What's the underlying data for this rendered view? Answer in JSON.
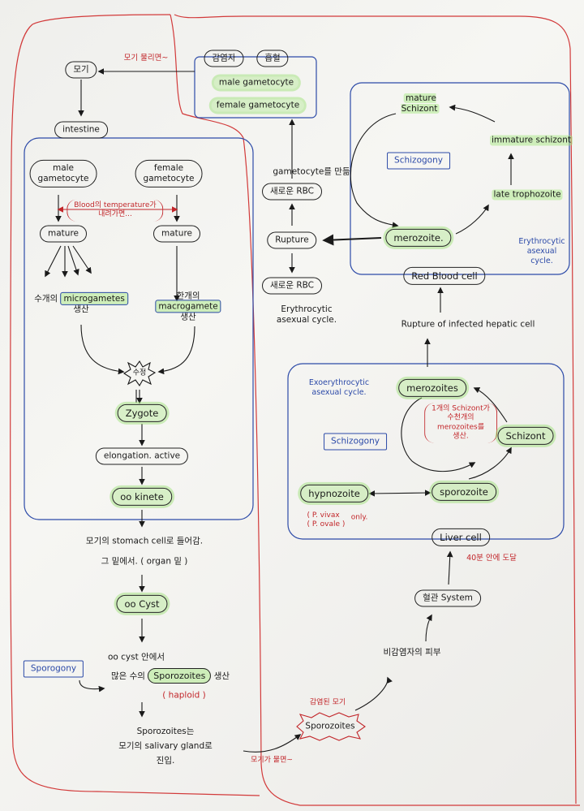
{
  "colors": {
    "ink": "#1a1a1a",
    "red": "#c2262a",
    "blue": "#2c4aa8",
    "green": "#9be07a"
  },
  "mosquito_side": {
    "mosquito_label": "모기",
    "intestine_label": "intestine",
    "male_gametocyte": "male\ngametocyte",
    "female_gametocyte": "female\ngametocyte",
    "temperature_note": "Blood의 temperature가\n내려가면...",
    "mature_male": "mature",
    "mature_female": "mature",
    "many_micro_prefix": "수개의",
    "microgametes": "microgametes",
    "micro_suffix": "생산",
    "one_macro_prefix": "한개의",
    "macrogamete": "macrogamete",
    "macro_suffix": "생산",
    "fertilization": "수정",
    "zygote": "Zygote",
    "elongation": "elongation. active",
    "ookinete": "oo kinete",
    "stomach_note": "모기의 stomach cell로 들어감.",
    "organ_note": "그 밑에서. ( organ 밑 )",
    "oocyst": "oo Cyst",
    "oocyst_inside": "oo cyst 안에서",
    "many_sporozoites_prefix": "많은 수의",
    "sporozoites": "Sporozoites",
    "sporozoites_suffix": "생산",
    "haploid": "( haploid )",
    "sporogony": "Sporogony",
    "salivary_note": "Sporozoites는\n모기의 salivary gland로\n진입.",
    "bite_note_top": "모기 물리면~",
    "bite_note_bottom": "모기가 물면~"
  },
  "human_side": {
    "carrier": "감염자",
    "blood_draw": "흡혈",
    "male_gametocyte": "male gametocyte",
    "female_gametocyte": "female gametocyte",
    "gametocyte_note": "gametocyte를 만듦",
    "new_rbc_top": "새로운 RBC",
    "rupture": "Rupture",
    "new_rbc_bottom": "새로운 RBC",
    "erythro_note": "Erythrocytic\nasexual cycle.",
    "mature_schizont": "mature\nSchizont",
    "immature_schizont": "immature schizont",
    "schizogony_top": "Schizogony",
    "late_trophozoite": "late trophozoite",
    "merozoite": "merozoite.",
    "erythro_cycle_label": "Erythrocytic\nasexual\ncycle.",
    "red_blood_cell": "Red Blood cell",
    "rupture_hepatic": "Rupture of infected hepatic cell",
    "exo_label": "Exoerythrocytic\nasexual cycle.",
    "merozoites": "merozoites",
    "schizont_note": "1개의 Schizont가\n수천개의\nmerozoites를\n생산.",
    "schizogony_bottom": "Schizogony",
    "schizont": "Schizont",
    "hypnozoite": "hypnozoite",
    "sporozoite": "sporozoite",
    "vivax_note": "( P. vivax\n( P. ovale )",
    "only": "only.",
    "liver_cell": "Liver cell",
    "hours_note": "40분 안에 도달",
    "circulation": "혈관 System",
    "skin": "비감염자의 피부",
    "infected_mosquito_note": "감염된 모기",
    "sporozoites_star": "Sporozoites"
  }
}
